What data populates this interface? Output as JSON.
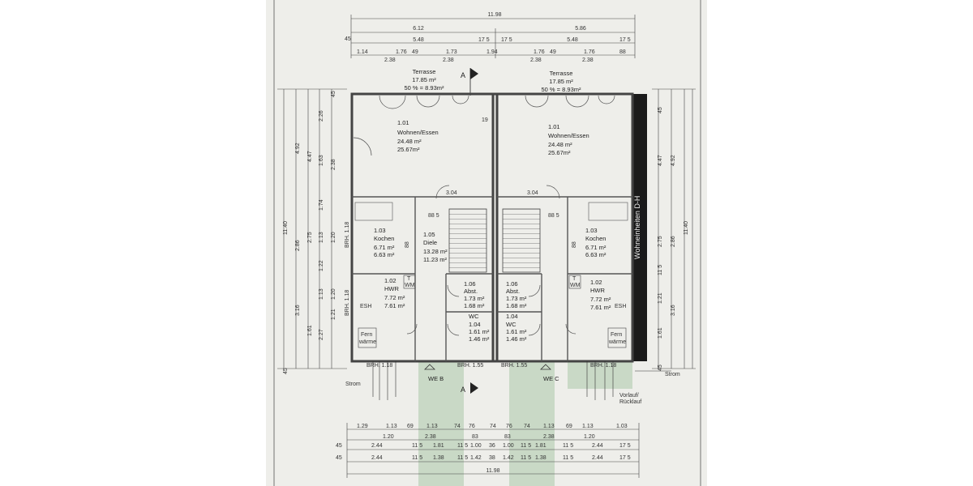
{
  "dims": {
    "total_width": "11.98",
    "left_width": "6.12",
    "right_width": "5.86",
    "row3": [
      "45",
      "5.48",
      "17 5",
      "17 5",
      "5.48",
      "17 5"
    ],
    "row4": [
      "1.14",
      "1.76",
      "49",
      "1.73",
      "1.94",
      "1.76",
      "49",
      "1.76",
      "88"
    ],
    "row4b": [
      "2.38",
      "2.38",
      "2.38",
      "2.38"
    ],
    "left_vertical": [
      "45",
      "2.26",
      "1.63",
      "2.38",
      "1.74",
      "1.20",
      "1.13",
      "1.22",
      "1.20",
      "1.13",
      "1.21",
      "2.27",
      "1.61",
      "45"
    ],
    "left_outer": [
      "4.92",
      "4.47",
      "11.40",
      "2.86",
      "2.75",
      "3.16"
    ],
    "right_vertical": [
      "45",
      "4.47",
      "4.92",
      "11.40",
      "2.75",
      "2.86",
      "11 5",
      "1.21",
      "3.16",
      "1.61",
      "45"
    ],
    "bottom_row1": [
      "1.29",
      "1.13",
      "69",
      "1.13",
      "74",
      "76",
      "74",
      "76",
      "74",
      "1.13",
      "69",
      "1.13",
      "1.03"
    ],
    "bottom_row2": [
      "1.20",
      "2.38",
      "83",
      "83",
      "2.38",
      "1.20"
    ],
    "bottom_row3": [
      "45",
      "2.44",
      "11 5",
      "1.81",
      "11 5",
      "1.00",
      "36",
      "1.00",
      "11 5",
      "1.81",
      "11 5",
      "2.44",
      "17 5"
    ],
    "bottom_row4": [
      "45",
      "2.44",
      "11 5",
      "1.38",
      "11 5",
      "1.42",
      "38",
      "1.42",
      "11 5",
      "1.38",
      "11 5",
      "2.44",
      "17 5"
    ],
    "bottom_total": "11.98",
    "inner": [
      "3.04",
      "3.04",
      "88 5",
      "88 5",
      "19",
      "88",
      "88"
    ]
  },
  "terrace_left": {
    "name": "Terrasse",
    "area": "17.85 m²",
    "note": "50 % = 8.93m²"
  },
  "terrace_right": {
    "name": "Terrasse",
    "area": "17.85 m²",
    "note": "50 % = 8.93m²"
  },
  "section_marker": "A",
  "rooms_left": {
    "wohnen": {
      "num": "1.01",
      "name": "Wohnen/Essen",
      "a1": "24.48 m²",
      "a2": "25.67m²"
    },
    "kochen": {
      "num": "1.03",
      "name": "Kochen",
      "a1": "6.71 m²",
      "a2": "6.63 m²"
    },
    "diele": {
      "num": "1.05",
      "name": "Diele",
      "a1": "13.28 m²",
      "a2": "11.23 m²"
    },
    "hwr": {
      "num": "1.02",
      "name": "HWR",
      "a1": "7.72 m²",
      "a2": "7.61 m²"
    },
    "abst": {
      "num": "1.06",
      "name": "Abst.",
      "a1": "1.73 m²",
      "a2": "1.68 m²"
    },
    "wc": {
      "num": "1.04",
      "name": "WC",
      "a1": "1.61 m²",
      "a2": "1.46 m²"
    }
  },
  "rooms_right": {
    "wohnen": {
      "num": "1.01",
      "name": "Wohnen/Essen",
      "a1": "24.48 m²",
      "a2": "25.67m²"
    },
    "kochen": {
      "num": "1.03",
      "name": "Kochen",
      "a1": "6.71 m²",
      "a2": "6.63 m²"
    },
    "hwr": {
      "num": "1.02",
      "name": "HWR",
      "a1": "7.72 m²",
      "a2": "7.61 m²"
    },
    "abst": {
      "num": "1.06",
      "name": "Abst.",
      "a1": "1.73 m²",
      "a2": "1.68 m²"
    },
    "wc": {
      "num": "1.04",
      "name": "WC",
      "a1": "1.61 m²",
      "a2": "1.46 m²"
    }
  },
  "fixtures": {
    "t": "T",
    "wm": "WM",
    "esh": "ESH",
    "fern1": "Fern",
    "fern2": "wärme",
    "strom": "Strom",
    "vorlauf": "Vorlauf/",
    "ruecklauf": "Rücklauf"
  },
  "brh": {
    "side1": "BRH. 1.18",
    "side2": "BRH. 1.18",
    "bot_l": "BRH. 1.18",
    "bot_ml": "BRH. 1.55",
    "bot_mr": "BRH. 1.55",
    "bot_r": "BRH. 1.18"
  },
  "entrances": {
    "left": "WE B",
    "right": "WE C"
  },
  "neighbor_label": "Wohneinheiten D-H",
  "colors": {
    "paper": "#eeeeea",
    "wall": "#444444",
    "green_strip": "#c9d9c6",
    "hatch": "#222222"
  }
}
